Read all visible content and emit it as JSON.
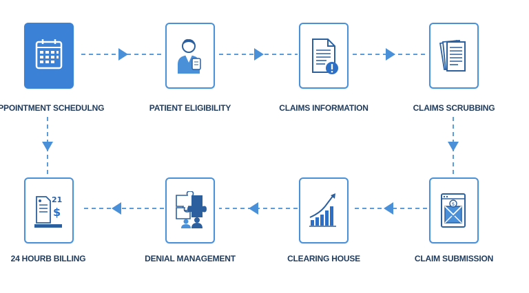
{
  "steps": [
    {
      "label": "APPOINTMENT SCHEDULNG",
      "icon": "calendar-icon",
      "active": true
    },
    {
      "label": "PATIENT ELIGIBILITY",
      "icon": "person-icon",
      "active": false
    },
    {
      "label": "CLAIMS INFORMATION",
      "icon": "document-alert-icon",
      "active": false
    },
    {
      "label": "CLAIMS SCRUBBING",
      "icon": "document-stack-icon",
      "active": false
    },
    {
      "label": "CLAIM SUBMISSION",
      "icon": "envelope-form-icon",
      "active": false
    },
    {
      "label": "CLEARING HOUSE",
      "icon": "growth-chart-icon",
      "active": false
    },
    {
      "label": "DENIAL MANAGEMENT",
      "icon": "puzzle-icon",
      "active": false
    },
    {
      "label": "24 HOURB BILLING",
      "icon": "billing-document-icon",
      "active": false
    }
  ],
  "colors": {
    "accent": "#3b82d6",
    "border": "#4a90d9",
    "text": "#1e3a5c",
    "dash": "#5b9bdc"
  }
}
